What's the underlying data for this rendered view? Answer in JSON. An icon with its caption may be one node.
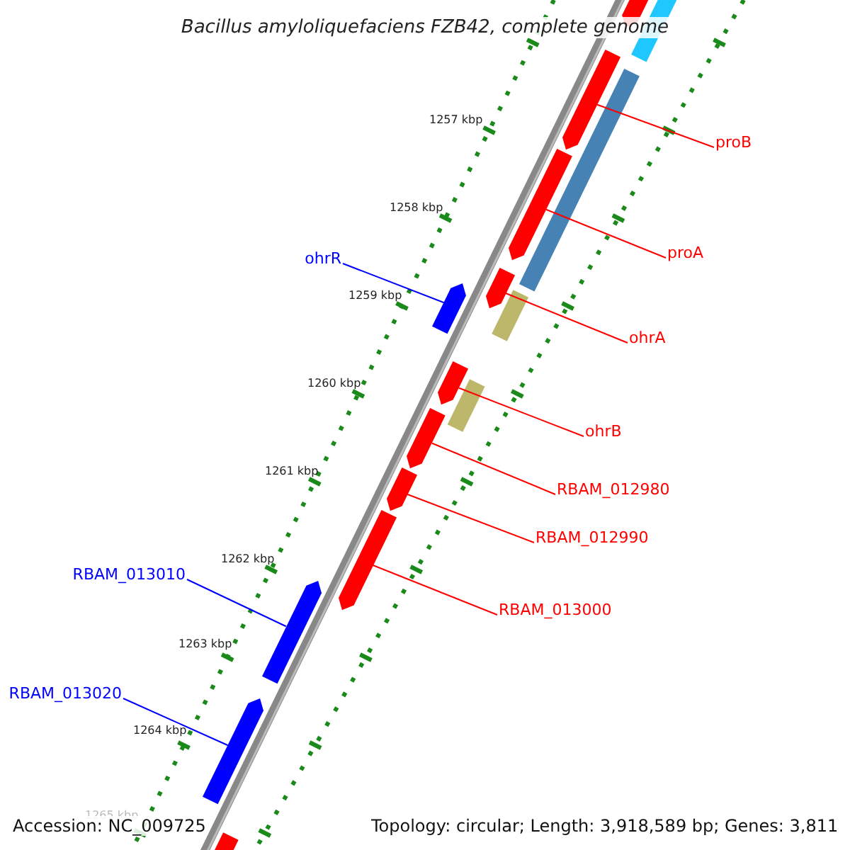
{
  "diagram": {
    "title": "Bacillus amyloliquefaciens FZB42, complete genome",
    "nodes": [
      {
        "text": [
          "proB"
        ]
      },
      {
        "text": [
          "proA"
        ]
      },
      {
        "text": [
          "ohrR"
        ]
      },
      {
        "text": [
          "ohrA"
        ]
      },
      {
        "text": [
          "ohrB"
        ]
      },
      {
        "text": [
          "RBAM_012980"
        ]
      },
      {
        "text": [
          "RBAM_012990"
        ]
      },
      {
        "text": [
          "RBAM_013010"
        ]
      },
      {
        "text": [
          "RBAM_013000"
        ]
      },
      {
        "text": [
          "RBAM_013020"
        ]
      },
      {
        "text": [],
        "shape": "arrow"
      },
      {
        "text": [],
        "shape": "arrow"
      },
      {
        "text": [],
        "shape": "arrow"
      },
      {
        "text": [],
        "shape": "arrow"
      },
      {
        "text": [],
        "shape": "arrow"
      },
      {
        "text": [],
        "shape": "arrow"
      },
      {
        "text": [],
        "shape": "arrow"
      },
      {
        "text": [],
        "shape": "arrow"
      },
      {
        "text": [],
        "shape": "arrow"
      },
      {
        "text": [],
        "shape": "arrow"
      }
    ],
    "edges": [
      {
        "from": 0,
        "to": 10,
        "arrow": "none"
      },
      {
        "from": 1,
        "to": 11,
        "arrow": "none"
      },
      {
        "from": 2,
        "to": 13,
        "arrow": "none",
        "color": "#0000ff"
      },
      {
        "from": 3,
        "to": 12,
        "arrow": "none"
      },
      {
        "from": 4,
        "to": 14,
        "arrow": "none"
      },
      {
        "from": 5,
        "to": 15,
        "arrow": "none"
      },
      {
        "from": 6,
        "to": 16,
        "arrow": "none"
      },
      {
        "from": 7,
        "to": 18,
        "arrow": "none",
        "color": "#0000ff"
      },
      {
        "from": 8,
        "to": 17,
        "arrow": "none"
      },
      {
        "from": 9,
        "to": 19,
        "arrow": "none",
        "color": "#0000ff"
      }
    ],
    "labels": [
      "1257 kbp",
      "1258 kbp",
      "1259 kbp",
      "1260 kbp",
      "1261 kbp",
      "1262 kbp",
      "1263 kbp",
      "1264 kbp",
      "1265 kbp",
      "Accession: NC_009725",
      "Topology: circular; Length: 3,918,589 bp; Genes: 3,811"
    ]
  }
}
